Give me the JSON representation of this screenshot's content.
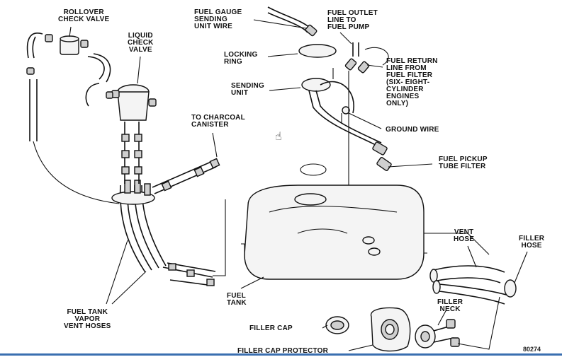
{
  "labels": {
    "rollover_check_valve": "ROLLOVER\nCHECK VALVE",
    "liquid_check_valve": "LIQUID\nCHECK\nVALVE",
    "fuel_gauge_sending_unit_wire": "FUEL GAUGE\nSENDING\nUNIT WIRE",
    "fuel_outlet_line": "FUEL OUTLET\nLINE TO\nFUEL PUMP",
    "locking_ring": "LOCKING\nRING",
    "fuel_return_line": "FUEL RETURN\nLINE FROM\nFUEL FILTER\n(SIX- EIGHT-\nCYLINDER\nENGINES\nONLY)",
    "sending_unit": "SENDING\nUNIT",
    "to_charcoal_canister": "TO CHARCOAL\nCANISTER",
    "ground_wire": "GROUND WIRE",
    "fuel_pickup_tube_filter": "FUEL PICKUP\nTUBE FILTER",
    "vent_hose": "VENT\nHOSE",
    "filler_hose": "FILLER\nHOSE",
    "fuel_tank_vapor_vent_hoses": "FUEL TANK\nVAPOR\nVENT HOSES",
    "fuel_tank": "FUEL\nTANK",
    "filler_neck": "FILLER\nNECK",
    "filler_cap": "FILLER CAP",
    "filler_cap_protector": "FILLER CAP PROTECTOR",
    "figure_number": "80274"
  },
  "colors": {
    "line": "#111111",
    "rule": "#3a6fb0"
  },
  "cursor_icon": "hand-pointer-icon"
}
